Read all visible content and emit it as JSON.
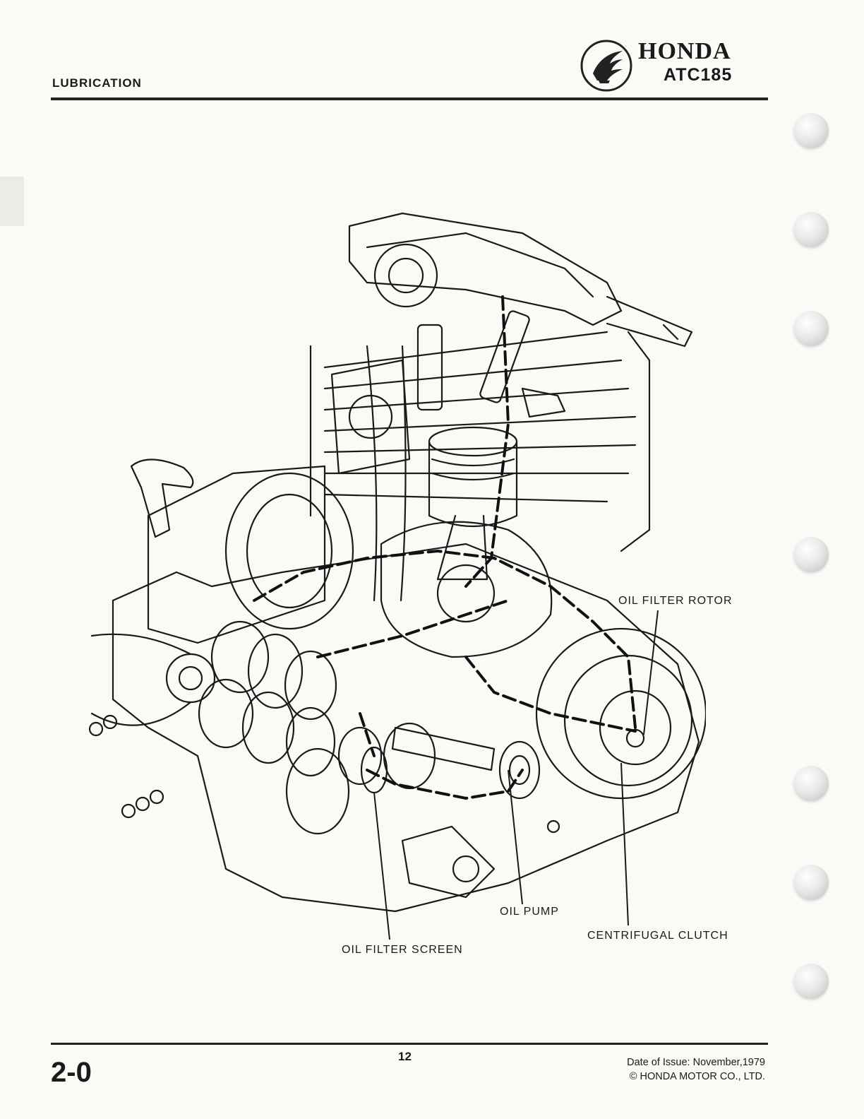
{
  "header": {
    "section_title": "LUBRICATION",
    "brand": "HONDA",
    "model": "ATC185"
  },
  "figure": {
    "labels": {
      "oil_filter_rotor": "OIL FILTER ROTOR",
      "oil_pump": "OIL PUMP",
      "centrifugal_clutch": "CENTRIFUGAL CLUTCH",
      "oil_filter_screen": "OIL FILTER SCREEN"
    }
  },
  "footer": {
    "section_number": "2-0",
    "page_number": "12",
    "issue_date": "Date of Issue:  November,1979",
    "copyright": "© HONDA MOTOR CO., LTD."
  },
  "binder_holes": 7
}
